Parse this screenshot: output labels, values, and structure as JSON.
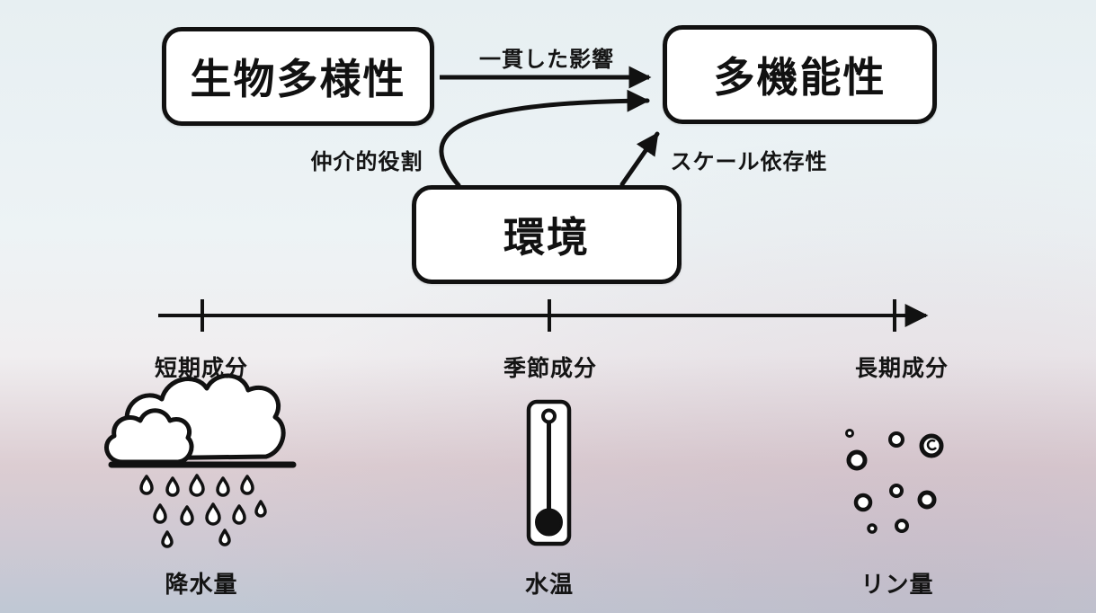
{
  "diagram": {
    "boxes": {
      "biodiversity": "生物多様性",
      "multifunctionality": "多機能性",
      "environment": "環境"
    },
    "arrows": {
      "consistent_effect": "一貫した影響",
      "mediating_role": "仲介的役割",
      "scale_dependency": "スケール依存性"
    },
    "timeline": {
      "ticks": [
        {
          "label": "短期成分",
          "example": "降水量",
          "icon": "rain-cloud-icon"
        },
        {
          "label": "季節成分",
          "example": "水温",
          "icon": "thermometer-icon"
        },
        {
          "label": "長期成分",
          "example": "リン量",
          "icon": "phosphorus-dots-icon"
        }
      ]
    },
    "colors": {
      "ink": "#111111",
      "box_fill": "#ffffff",
      "background_top": "#e7eff2",
      "background_bottom": "#bfc8d4"
    }
  }
}
